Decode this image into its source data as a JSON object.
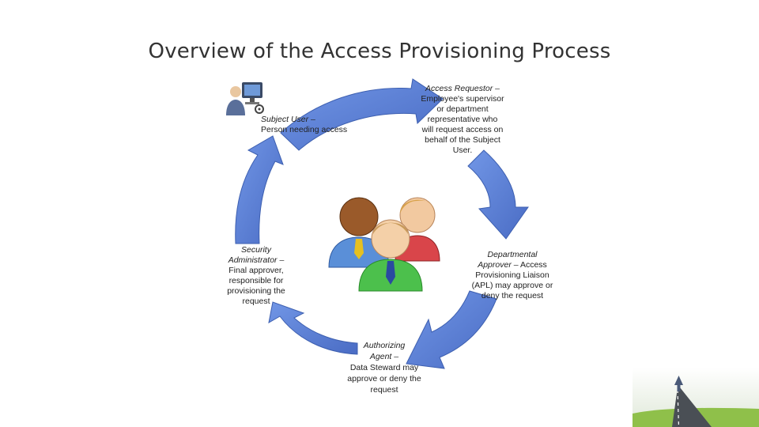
{
  "title": "Overview of the Access Provisioning Process",
  "steps": {
    "subject_user": {
      "role": "Subject User –",
      "desc": "Person needing access"
    },
    "access_requestor": {
      "role": "Access Requestor –",
      "desc": "Employee's supervisor or department representative who will request access on behalf of the Subject User."
    },
    "departmental_approver": {
      "role": "Departmental Approver –",
      "desc": "Access Provisioning Liaison (APL) may approve or deny the request"
    },
    "authorizing_agent": {
      "role_line1": "Authorizing",
      "role_line2": "Agent –",
      "desc": "Data Steward may approve or deny the request"
    },
    "security_administrator": {
      "role": "Security Administrator –",
      "desc": "Final approver, responsible for provisioning the request"
    }
  },
  "colors": {
    "arrow_fill": "#5b7fd4",
    "arrow_stroke": "#3d5fb0",
    "title": "#333333"
  },
  "icons": [
    "computer-user-icon",
    "people-group-icon",
    "road-arrow-logo"
  ]
}
